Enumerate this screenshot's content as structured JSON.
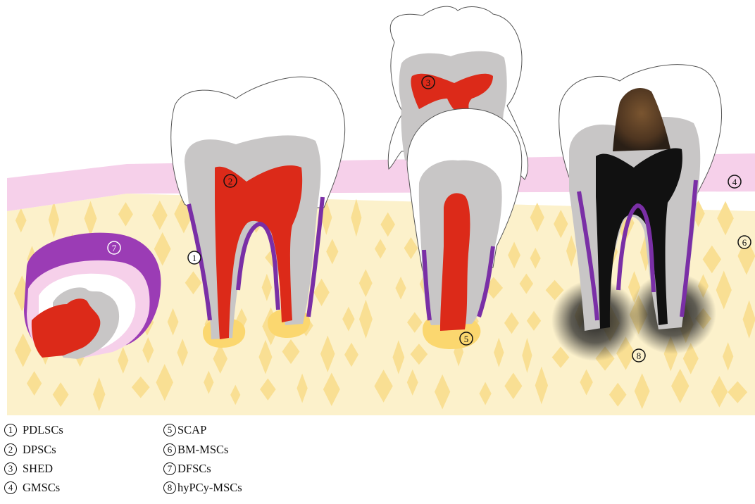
{
  "markers": {
    "m1": "1",
    "m2": "2",
    "m3": "3",
    "m4": "4",
    "m5": "5",
    "m6": "6",
    "m7": "7",
    "m8": "8"
  },
  "legend": [
    {
      "num": "1",
      "label": "PDLSCs"
    },
    {
      "num": "2",
      "label": "DPSCs"
    },
    {
      "num": "3",
      "label": "SHED"
    },
    {
      "num": "4",
      "label": "GMSCs"
    },
    {
      "num": "5",
      "label": "SCAP"
    },
    {
      "num": "6",
      "label": "BM-MSCs"
    },
    {
      "num": "7",
      "label": "DFSCs"
    },
    {
      "num": "8",
      "label": "hyPCy-MSCs"
    }
  ],
  "colors": {
    "bone": "#fcf1cb",
    "bone_diamond": "#f9df93",
    "gingiva": "#f6d0ea",
    "enamel": "#ffffff",
    "dentin": "#c8c6c6",
    "pulp": "#dc2a19",
    "ligament": "#7a2fa6",
    "apical_papilla": "#fbd76f",
    "necrotic": "#111111",
    "caries": "#6b4a2c",
    "follicle": "#9b3cb5"
  }
}
